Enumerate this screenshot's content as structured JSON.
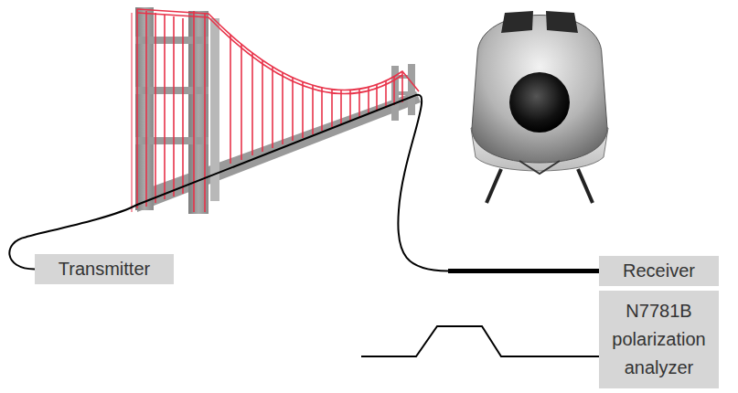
{
  "diagram": {
    "nodes": [
      {
        "text": [
          "Transmitter"
        ]
      },
      {
        "text": [
          "Receiver"
        ]
      },
      {
        "text": [
          "N7781B polarization analyzer"
        ]
      }
    ],
    "edges": [
      {
        "from": 0,
        "to": 1,
        "arrow": "none"
      }
    ]
  }
}
